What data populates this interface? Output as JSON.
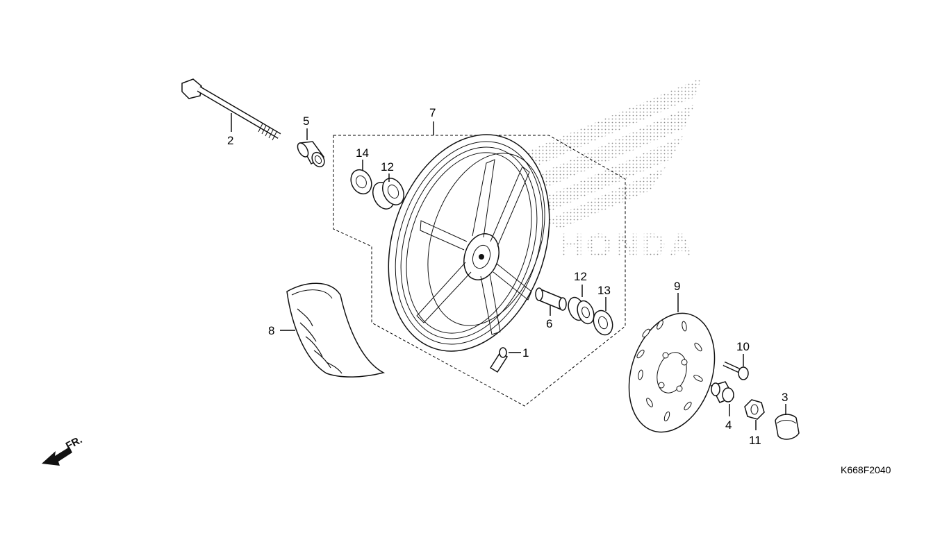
{
  "diagram_code": "K668F2040",
  "direction_label": "FR.",
  "logo_text": "HONDA",
  "callouts": {
    "axle_bolt": "2",
    "side_collar_left": "5",
    "bearing_left": "14",
    "bearing_left_inner": "12",
    "wheel": "7",
    "tire": "8",
    "valve": "1",
    "distance_collar": "6",
    "bearing_right": "12",
    "dust_seal": "13",
    "brake_disc": "9",
    "disc_bolt": "10",
    "side_collar_right": "4",
    "axle_nut": "11",
    "cap": "3"
  }
}
